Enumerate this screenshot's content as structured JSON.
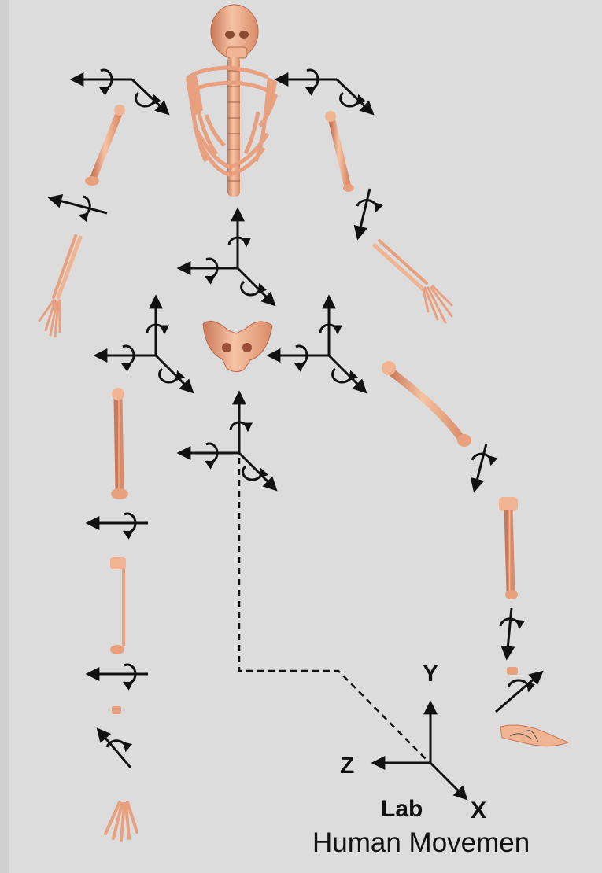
{
  "diagram": {
    "lab_frame": {
      "y_label": "Y",
      "z_label": "Z",
      "x_label": "X",
      "frame_label": "Lab"
    },
    "footer": "Human Movemen",
    "colors": {
      "background": "#dcdcdc",
      "bone": "#f0b493",
      "bone_shadow": "#c9785a",
      "arrow": "#111111"
    }
  }
}
